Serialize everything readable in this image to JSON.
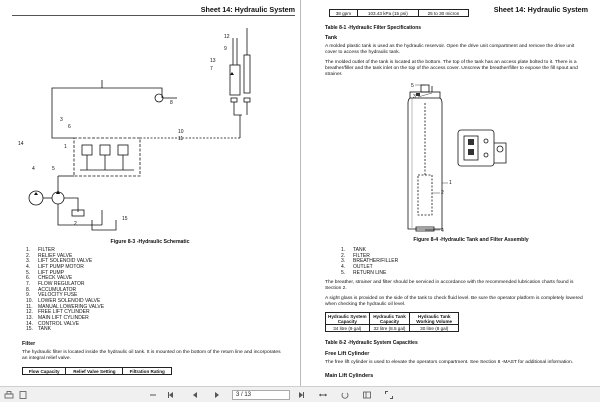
{
  "left": {
    "sheet_title": "Sheet 14: Hydraulic System",
    "figure_caption": "Figure 8-3 -Hydraulic Schematic",
    "callouts": [
      "1",
      "2",
      "3",
      "4",
      "5",
      "6",
      "7",
      "8",
      "9",
      "10",
      "11",
      "12",
      "13",
      "14",
      "15"
    ],
    "legend": [
      {
        "num": "1.",
        "label": "FILTER"
      },
      {
        "num": "2.",
        "label": "RELIEF VALVE"
      },
      {
        "num": "3.",
        "label": "LIFT SOLENOID VALVE"
      },
      {
        "num": "4.",
        "label": "LIFT PUMP MOTOR"
      },
      {
        "num": "5.",
        "label": "LIFT PUMP"
      },
      {
        "num": "6.",
        "label": "CHECK VALVE"
      },
      {
        "num": "7.",
        "label": "FLOW REGULATOR"
      },
      {
        "num": "8.",
        "label": "ACCUMULATOR"
      },
      {
        "num": "9.",
        "label": "VELOCITY FUSE"
      },
      {
        "num": "10.",
        "label": "LOWER SOLENOID VALVE"
      },
      {
        "num": "11.",
        "label": "MANUAL LOWERING VALVE"
      },
      {
        "num": "12.",
        "label": "FREE LIFT CYLINDER"
      },
      {
        "num": "13.",
        "label": "MAIN LIFT CYLINDER"
      },
      {
        "num": "14.",
        "label": "CONTROL VALVE"
      },
      {
        "num": "15.",
        "label": "TANK"
      }
    ],
    "filter_heading": "Filter",
    "filter_text": "The hydraulic filter is located inside the hydraulic oil tank. It is mounted on the bottom of the return line and incorporates an integral relief valve.",
    "table_headers": [
      "Flow Capacity",
      "Relief Valve Setting",
      "Filtration Rating"
    ]
  },
  "right": {
    "sheet_title": "Sheet 14: Hydraulic System",
    "top_row": [
      "38 gpm",
      "103.43 kPa (15 psi)",
      "25 to 30 micron"
    ],
    "table1_caption": "Table 8-1 -Hydraulic Filter Specifications",
    "tank_heading": "Tank",
    "tank_p1": "A molded plastic tank is used as the hydraulic reservoir. Open the drive unit compartment and remove the drive unit cover to access the hydraulic tank.",
    "tank_p2": "The molded outlet of the tank is located at the bottom. The top of the tank has an access plate bolted to it. There is a breather/filler and the tank inlet on the top of the access cover. Unscrew the breather/filler to expose the fill spout and strainer.",
    "figure_caption": "Figure 8-4 -Hydraulic Tank and Filter Assembly",
    "callouts": [
      "1",
      "2",
      "3",
      "4",
      "5"
    ],
    "legend": [
      {
        "num": "1.",
        "label": "TANK"
      },
      {
        "num": "2.",
        "label": "FILTER"
      },
      {
        "num": "3.",
        "label": "BREATHER/FILLER"
      },
      {
        "num": "4.",
        "label": "OUTLET"
      },
      {
        "num": "5.",
        "label": "RETURN LINE"
      }
    ],
    "p3": "The breather, strainer and filter should be serviced in accordance with the recommended lubrication charts found is Section 2.",
    "p4": "A sight glass is provided on the side of the tank to check fluid level. Be sure the operator platform is completely lowered when checking the hydraulic oil level.",
    "table2_headers": [
      "Hydraulic System Capacity",
      "Hydraulic Tank Capacity",
      "Hydraulic Tank Working Volume"
    ],
    "table2_values": [
      "34 litre (9 gal)",
      "32 litre (8.5 gal)",
      "30 litre (8 gal)"
    ],
    "table2_caption": "Table 8-2 -Hydraulic System Capacities",
    "free_lift_heading": "Free Lift Cylinder",
    "free_lift_text": "The free lift cylinder is used to elevate the operators compartment. See Section 8 -MAST for additional information.",
    "main_lift_heading": "Main Lift Cylinders"
  },
  "toolbar": {
    "page_value": "3",
    "page_total": "/ 13",
    "icons": [
      "print-icon",
      "fit-page-icon",
      "zoom-out-icon",
      "previous-page-icon",
      "next-page-icon",
      "first-page-icon",
      "last-page-icon",
      "fit-width-icon",
      "rotate-icon",
      "sidebar-icon",
      "fullscreen-icon"
    ]
  }
}
